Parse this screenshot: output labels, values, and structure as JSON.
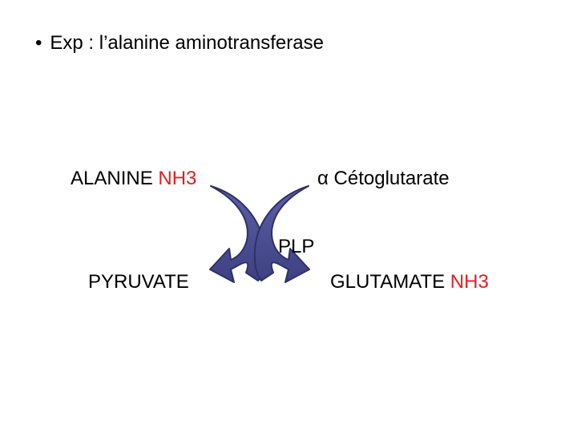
{
  "slide": {
    "bullet": "•",
    "title": "Exp : l’alanine aminotransferase"
  },
  "reaction": {
    "substrate_1": "ALANINE",
    "substrate_1_group": "NH3",
    "substrate_2": "α Cétoglutarate",
    "cofactor": "PLP",
    "product_1": "PYRUVATE",
    "product_2": "GLUTAMATE",
    "product_2_group": "NH3"
  },
  "colors": {
    "arrow_fill": "#4a4d8f",
    "arrow_stroke": "#2f3266",
    "amine_group": "#e02020"
  },
  "icons": {
    "arrow_left": "curved-arrow-left-icon",
    "arrow_right": "curved-arrow-right-icon"
  }
}
